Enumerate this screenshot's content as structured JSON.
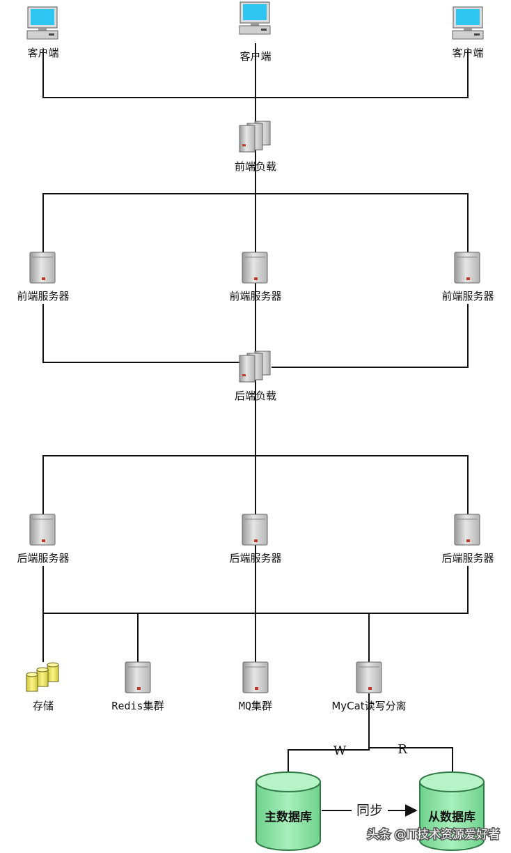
{
  "nodes": {
    "client_left": {
      "label": "客户端",
      "icon": "desktop-computer-icon"
    },
    "client_center": {
      "label": "客户端",
      "icon": "desktop-computer-icon"
    },
    "client_right": {
      "label": "客户端",
      "icon": "desktop-computer-icon"
    },
    "frontend_lb": {
      "label": "前端负载",
      "icon": "server-cluster-icon"
    },
    "frontend_server_left": {
      "label": "前端服务器",
      "icon": "server-icon"
    },
    "frontend_server_center": {
      "label": "前端服务器",
      "icon": "server-icon"
    },
    "frontend_server_right": {
      "label": "前端服务器",
      "icon": "server-icon"
    },
    "backend_lb": {
      "label": "后端负载",
      "icon": "server-cluster-icon"
    },
    "backend_server_left": {
      "label": "后端服务器",
      "icon": "server-icon"
    },
    "backend_server_center": {
      "label": "后端服务器",
      "icon": "server-icon"
    },
    "backend_server_right": {
      "label": "后端服务器",
      "icon": "server-icon"
    },
    "storage": {
      "label": "存储",
      "icon": "storage-cylinders-icon"
    },
    "redis": {
      "label": "Redis集群",
      "icon": "server-icon"
    },
    "mq": {
      "label": "MQ集群",
      "icon": "server-icon"
    },
    "mycat": {
      "label": "MyCat读写分离",
      "icon": "server-icon"
    },
    "master_db": {
      "label": "主数据库",
      "icon": "database-cylinder-icon"
    },
    "slave_db": {
      "label": "从数据库",
      "icon": "database-cylinder-icon"
    }
  },
  "edges": {
    "write_label": "W",
    "read_label": "R",
    "sync_label": "同步"
  },
  "watermark": "头条 @IT技术资源爱好者",
  "colors": {
    "line": "#111111",
    "db_fill": "#8ee4a8",
    "db_stroke": "#2f7a45",
    "storage_fill": "#f2ea5a",
    "screen": "#2ec6f0"
  }
}
